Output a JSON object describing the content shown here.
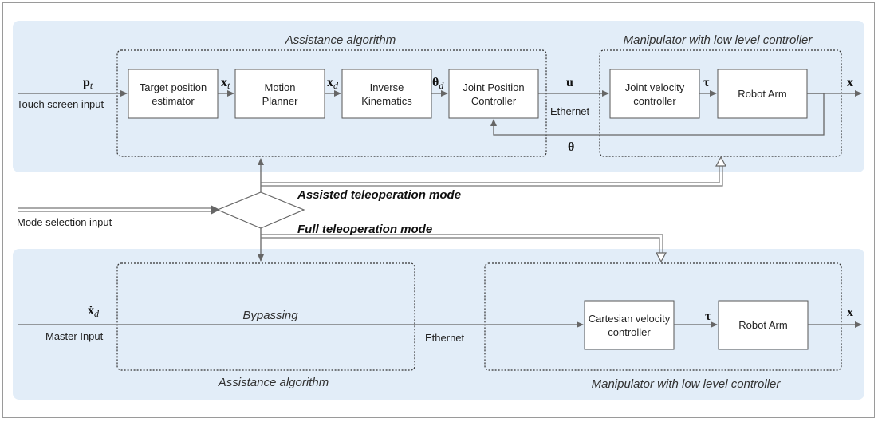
{
  "top": {
    "assistance_title": "Assistance algorithm",
    "manipulator_title": "Manipulator with low level controller",
    "input_label": "Touch screen input",
    "ethernet_label": "Ethernet",
    "blocks": {
      "target_estimator": [
        "Target position",
        "estimator"
      ],
      "motion_planner": [
        "Motion",
        "Planner"
      ],
      "inverse_kinematics": [
        "Inverse",
        "Kinematics"
      ],
      "joint_position_controller": [
        "Joint Position",
        "Controller"
      ],
      "joint_velocity_controller": [
        "Joint velocity",
        "controller"
      ],
      "robot_arm": [
        "Robot Arm"
      ]
    },
    "signals": {
      "p_t": {
        "main": "p",
        "sub": "t"
      },
      "x_t": {
        "main": "x",
        "sub": "t"
      },
      "x_d": {
        "main": "x",
        "sub": "d"
      },
      "theta_d": {
        "main": "θ",
        "sub": "d"
      },
      "u": {
        "main": "u"
      },
      "tau": {
        "main": "τ"
      },
      "x_out": {
        "main": "x"
      },
      "theta_fb": {
        "main": "θ"
      }
    }
  },
  "middle": {
    "mode_selection_label": "Mode selection input",
    "assisted_mode": "Assisted teleoperation mode",
    "full_mode": "Full teleoperation mode"
  },
  "bottom": {
    "bypassing_label": "Bypassing",
    "assistance_title": "Assistance algorithm",
    "manipulator_title": "Manipulator with low level controller",
    "input_label": "Master Input",
    "ethernet_label": "Ethernet",
    "blocks": {
      "cartesian_velocity_controller": [
        "Cartesian velocity",
        "controller"
      ],
      "robot_arm": [
        "Robot Arm"
      ]
    },
    "signals": {
      "xdot_d": {
        "main": "ẋ",
        "sub": "d"
      },
      "tau": {
        "main": "τ"
      },
      "x_out": {
        "main": "x"
      }
    }
  },
  "colors": {
    "panel_fill": "#e2edf8",
    "line": "#666666"
  }
}
